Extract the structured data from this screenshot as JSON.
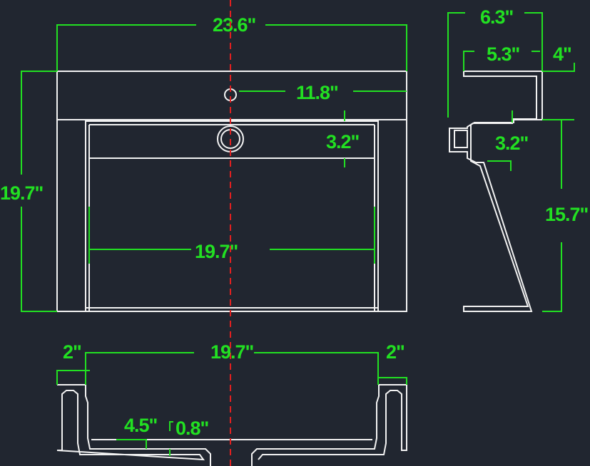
{
  "front_view": {
    "overall_width": "23.6\"",
    "overall_height": "19.7\"",
    "faucet_offset": "11.8\"",
    "drawer_height": "3.2\"",
    "inner_width": "19.7\""
  },
  "side_view": {
    "overall_depth": "6.3\"",
    "top_depth": "5.3\"",
    "top_thickness": "4\"",
    "drawer_height": "3.2\"",
    "leg_height": "15.7\""
  },
  "bottom_view": {
    "left_wall": "2\"",
    "basin_width": "19.7\"",
    "right_wall": "2\"",
    "basin_depth": "4.5\"",
    "bottom_thickness": "0.8\""
  },
  "colors": {
    "background": "#212630",
    "lines": "#f2f2f2",
    "dimensions": "#22e022",
    "centerline": "#e02020"
  }
}
